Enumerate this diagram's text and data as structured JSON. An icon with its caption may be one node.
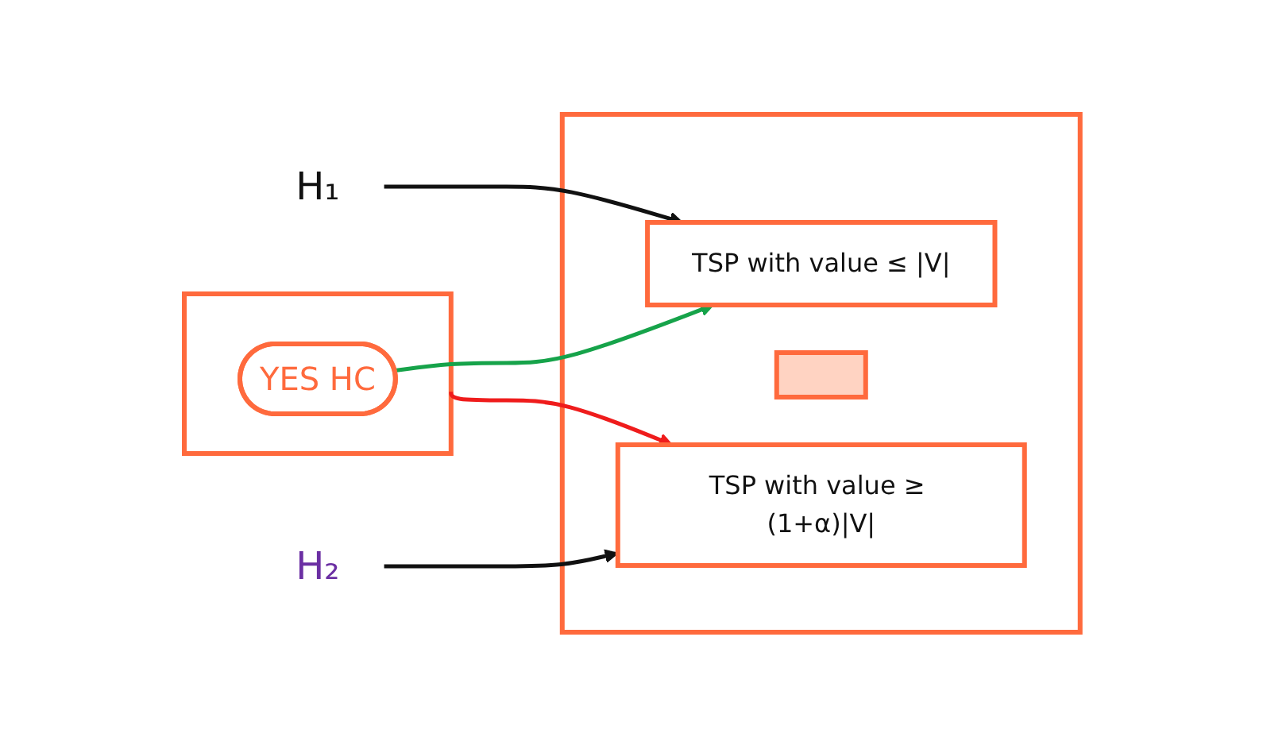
{
  "diagram": {
    "nodes": [
      {
        "text": [],
        "shape": "box"
      },
      {
        "text": [
          "YES HC"
        ],
        "in": 0
      },
      {
        "text": [],
        "shape": "box"
      },
      {
        "text": [
          "TSP with value ≤ |V|"
        ],
        "in": 2
      },
      {
        "text": [],
        "shape": "box",
        "in": 2
      },
      {
        "text": [
          "TSP with value ≥ (1+α)|V|"
        ],
        "in": 2
      },
      {
        "text": [
          "H₁"
        ]
      },
      {
        "text": [
          "H₂"
        ]
      }
    ],
    "edges": [
      {
        "from": 1,
        "to": 3,
        "arrow": "to",
        "color": "#16a34a"
      },
      {
        "from": 0,
        "to": 5,
        "arrow": "to",
        "color": "#ef1c1c"
      },
      {
        "from": 6,
        "to": 3,
        "arrow": "to"
      },
      {
        "from": 7,
        "to": 5,
        "arrow": "to"
      }
    ]
  }
}
